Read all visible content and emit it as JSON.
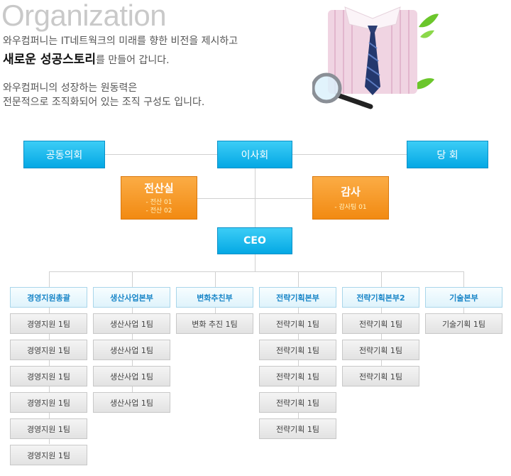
{
  "header": {
    "title": "Organization",
    "line1": "와우컴퍼니는 IT네트웍크의 미래를 향한 비전을 제시하고",
    "line2_bold": "새로운 성공스토리",
    "line2_rest": "를 만들어 갑니다.",
    "line3": "와우컴퍼니의 성장하는 원동력은",
    "line4": "전문적으로 조직화되어 있는 조직 구성도 입니다."
  },
  "org": {
    "council": "공동의회",
    "board": "이사회",
    "party": "당 회",
    "it_office": {
      "title": "전산실",
      "items": [
        "- 전산 01",
        "- 전산 02"
      ]
    },
    "audit": {
      "title": "감사",
      "items": [
        "- 감사팀 01"
      ]
    },
    "ceo": "CEO",
    "departments": [
      {
        "name": "경영지원총괄",
        "teams": [
          "경영지원 1팀",
          "경영지원 1팀",
          "경영지원 1팀",
          "경영지원 1팀",
          "경영지원 1팀",
          "경영지원 1팀"
        ]
      },
      {
        "name": "생산사업본부",
        "teams": [
          "생산사업 1팀",
          "생산사업 1팀",
          "생산사업 1팀",
          "생산사업 1팀"
        ]
      },
      {
        "name": "변화추친부",
        "teams": [
          "변화 추진 1팀"
        ]
      },
      {
        "name": "전략기획본부",
        "teams": [
          "전략기획 1팀",
          "전략기획 1팀",
          "전략기획 1팀",
          "전략기획 1팀",
          "전략기획 1팀"
        ]
      },
      {
        "name": "전략기획본부2",
        "teams": [
          "전략기획 1팀",
          "전략기획 1팀",
          "전략기획 1팀"
        ]
      },
      {
        "name": "기술본부",
        "teams": [
          "기술기획 1팀"
        ]
      }
    ]
  },
  "illustration": {
    "icon": "shirt-magnifier-icon"
  },
  "colors": {
    "blue": "#0aaee8",
    "orange": "#f49a20",
    "dept_text": "#1a86c8",
    "title_gray": "#c9c9c9"
  }
}
